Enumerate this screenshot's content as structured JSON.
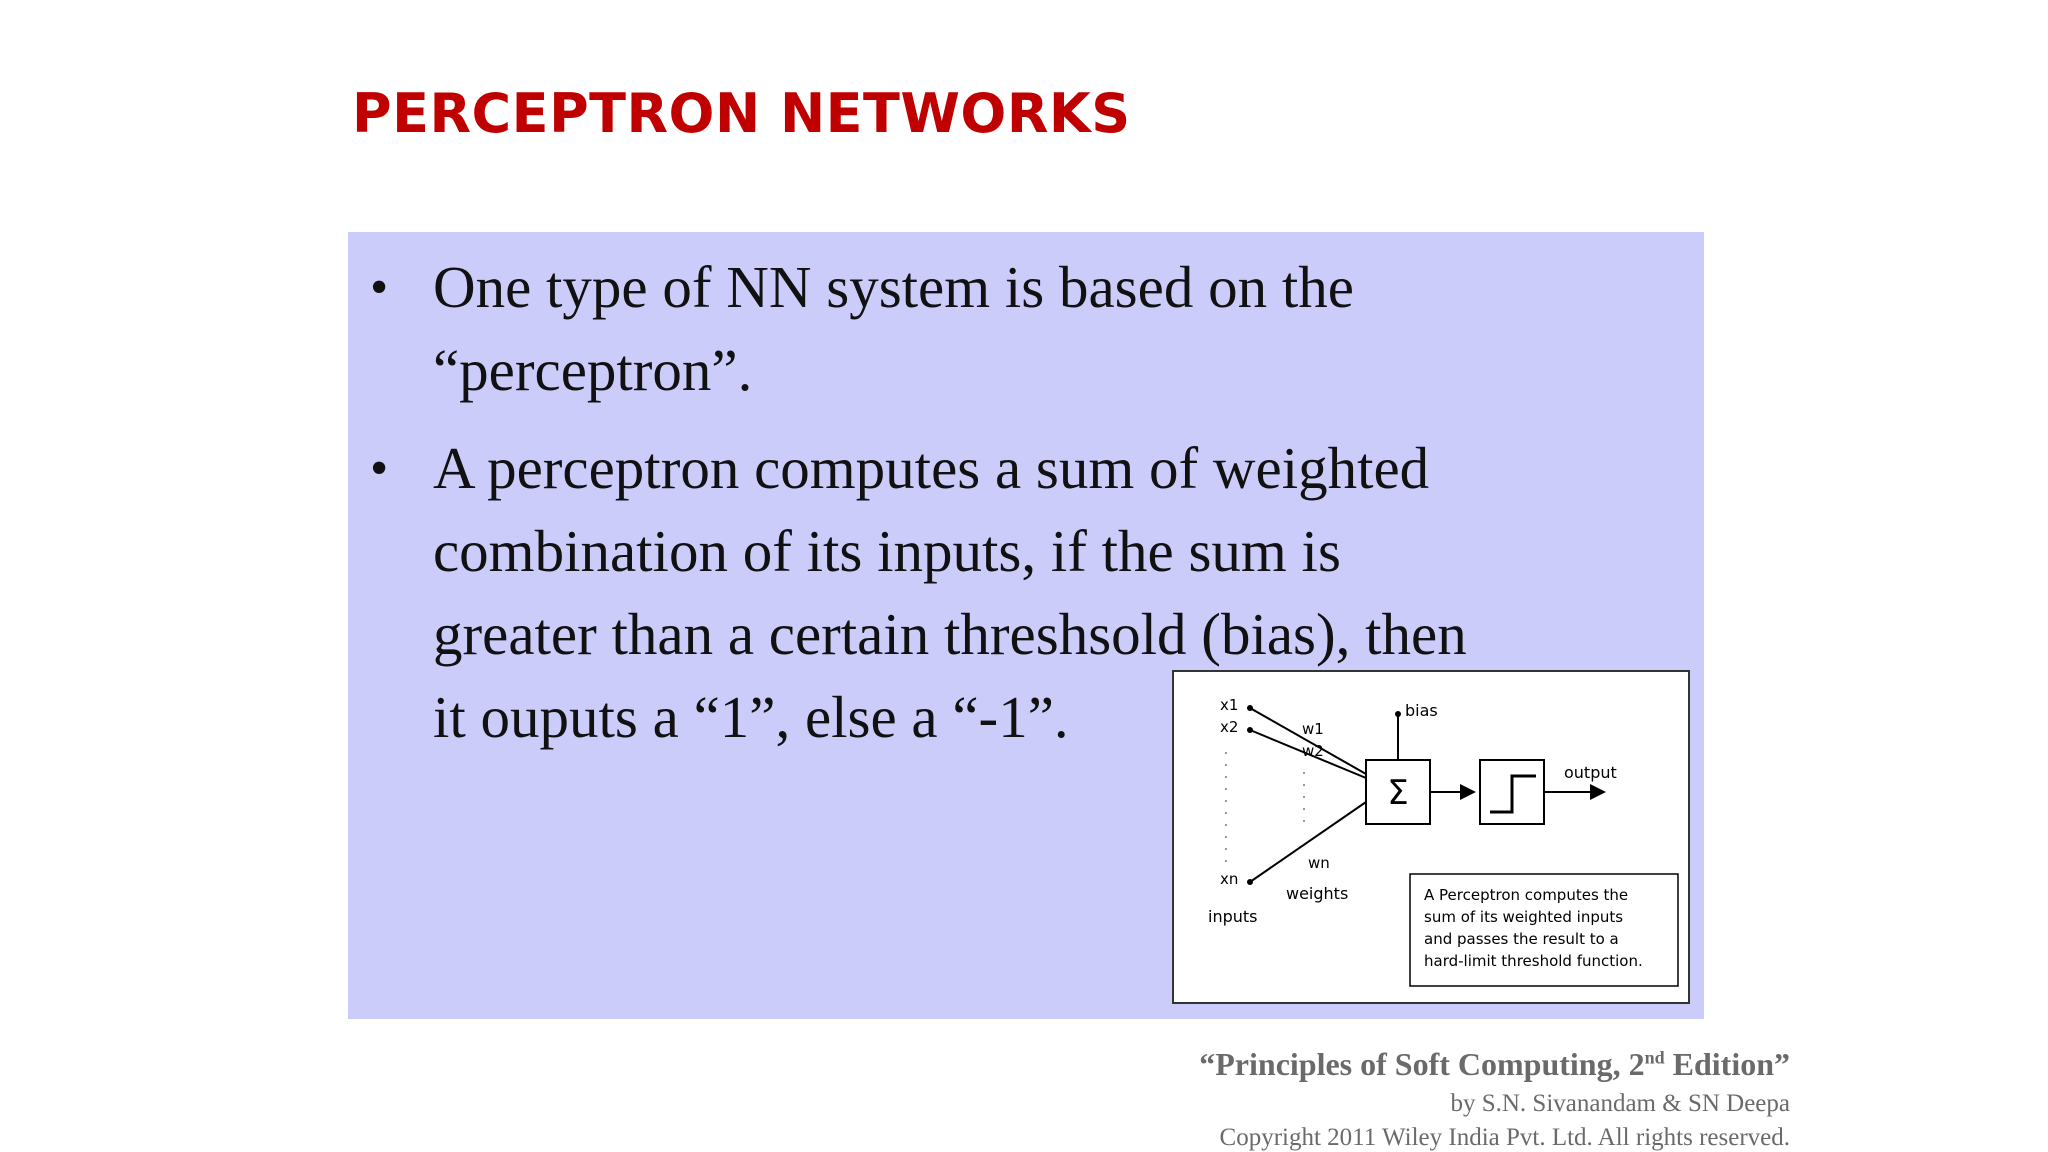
{
  "slide": {
    "title": "PERCEPTRON NETWORKS",
    "bullets": [
      {
        "marker": "•",
        "text": "One type of NN system is based on the\n“perceptron”."
      },
      {
        "marker": "•",
        "text": "A perceptron computes a sum of weighted\ncombination of its inputs, if the sum is\ngreater than a certain threshsold (bias), then\nit ouputs a “1”, else a “-1”."
      }
    ]
  },
  "figure": {
    "input_labels": [
      "x1",
      "x2",
      "xn"
    ],
    "weight_labels": [
      "w1",
      "w2",
      "wn"
    ],
    "inputs_caption": "inputs",
    "weights_caption": "weights",
    "bias_label": "bias",
    "sum_symbol": "Σ",
    "output_label": "output",
    "caption_lines": [
      "A Perceptron computes the",
      "sum of its weighted inputs",
      "and passes the result to a",
      "hard-limit threshold function."
    ]
  },
  "footer": {
    "title_prefix": "“Principles of  Soft Computing, 2",
    "title_sup": "nd",
    "title_suffix": " Edition”",
    "authors": "by S.N. Sivanandam & SN Deepa",
    "copyright": "Copyright  2011 Wiley India Pvt. Ltd.  All rights reserved."
  }
}
